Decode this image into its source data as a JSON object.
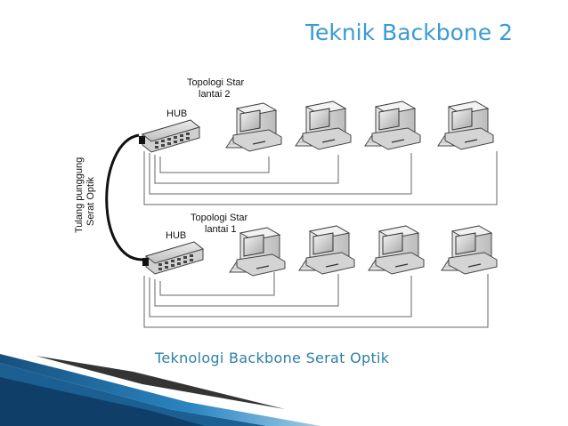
{
  "title": "Teknik Backbone 2",
  "caption": "Teknologi Backbone Serat Optik",
  "diagram": {
    "backbone_label_line1": "Tulang punggung",
    "backbone_label_line2": "Serat Optik",
    "floors": [
      {
        "topology_line1": "Topologi Star",
        "topology_line2": "lantai 2",
        "hub_label": "HUB",
        "computers": 4
      },
      {
        "topology_line1": "Topologi Star",
        "topology_line2": "lantai 1",
        "hub_label": "HUB",
        "computers": 4
      }
    ]
  },
  "colors": {
    "title": "#3a9bd4",
    "caption": "#2e7fa8",
    "accent": "#1e6fa8"
  }
}
